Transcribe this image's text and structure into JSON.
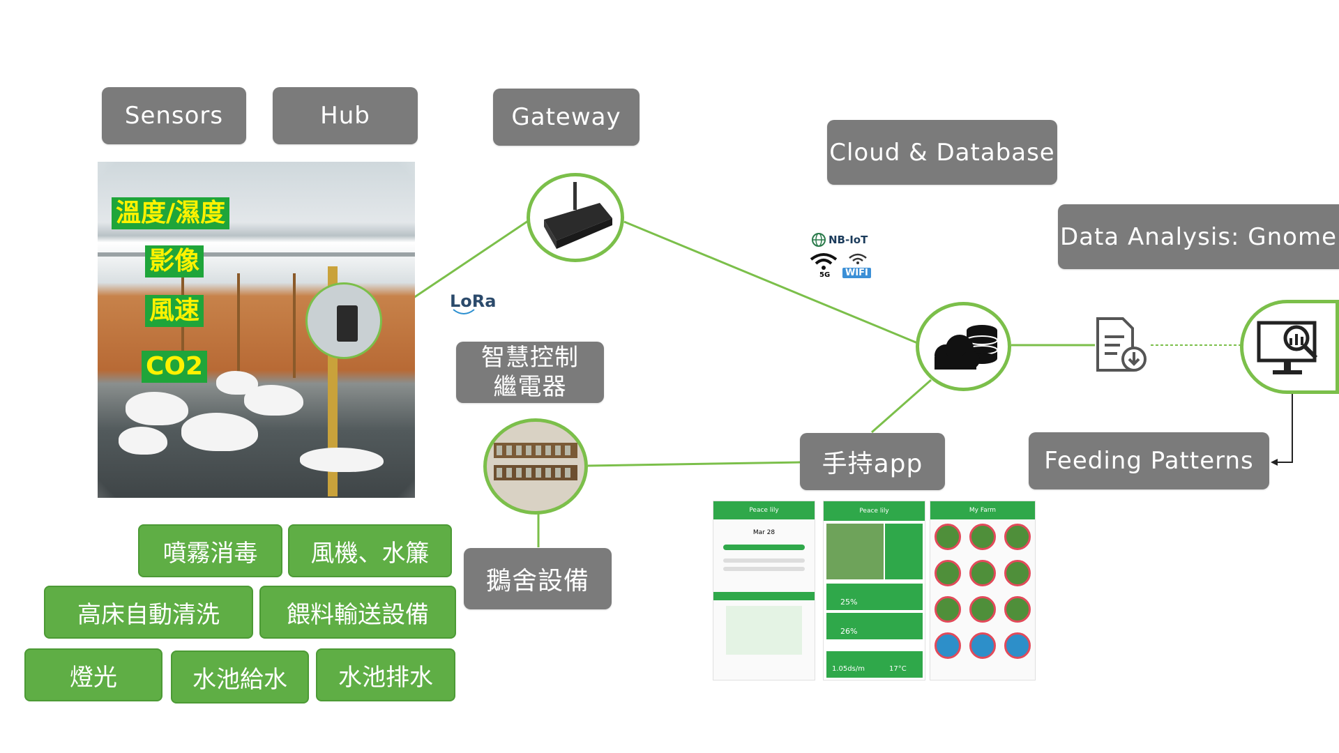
{
  "headers": {
    "sensors": "Sensors",
    "hub": "Hub",
    "gateway": "Gateway",
    "cloud": "Cloud & Database",
    "analysis": "Data Analysis: Gnome",
    "feeding": "Feeding Patterns",
    "app": "手持app",
    "relay": "智慧控制\n繼電器",
    "equipment": "鵝舍設備"
  },
  "photo_labels": [
    "溫度/濕度",
    "影像",
    "風速",
    "CO2"
  ],
  "protocols": {
    "lora": "LoRa",
    "nbiot": "NB-IoT",
    "fiveg": "5G",
    "wifi": "WIFI"
  },
  "equipment_items": [
    "噴霧消毒",
    "風機、水簾",
    "高床自動清洗",
    "餵料輸送設備",
    "燈光",
    "水池給水",
    "水池排水"
  ],
  "app_screens": {
    "screen1_title": "Peace lily",
    "screen1_date": "Mar 28",
    "screen2_title": "Peace lily",
    "screen2_battery": "25%",
    "screen2_soil": "26%",
    "screen2_ec": "1.05ds/m",
    "screen2_temp": "17°C",
    "screen3_title": "My Farm"
  },
  "icons": [
    "router-icon",
    "cloud-database-icon",
    "report-download-icon",
    "monitor-analysis-icon",
    "relay-board-icon",
    "wifi-icon",
    "globe-icon"
  ],
  "colors": {
    "accent_green": "#5fae45",
    "circle_border": "#7bbf4a",
    "header_gray": "#7b7b7b",
    "label_yellow": "#fff200"
  }
}
